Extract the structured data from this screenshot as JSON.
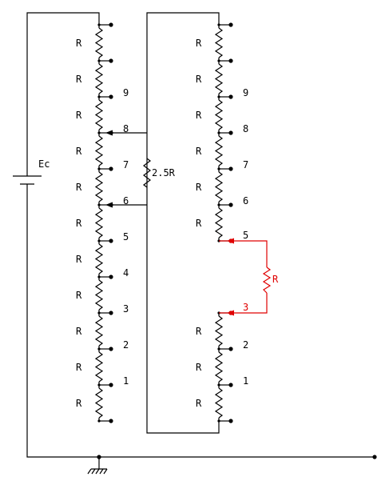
{
  "source_label": "Ec",
  "resistor_label": "R",
  "bridge_resistor_label": "2.5R",
  "jumper_resistor_label": "R",
  "left_taps": [
    "9",
    "8",
    "7",
    "6",
    "5",
    "4",
    "3",
    "2",
    "1"
  ],
  "right_upper_taps": [
    "9",
    "8",
    "7",
    "6",
    "5"
  ],
  "right_lower_taps": [
    "3",
    "2",
    "1"
  ],
  "colors": {
    "wire": "#000000",
    "highlight": "#e00000"
  }
}
